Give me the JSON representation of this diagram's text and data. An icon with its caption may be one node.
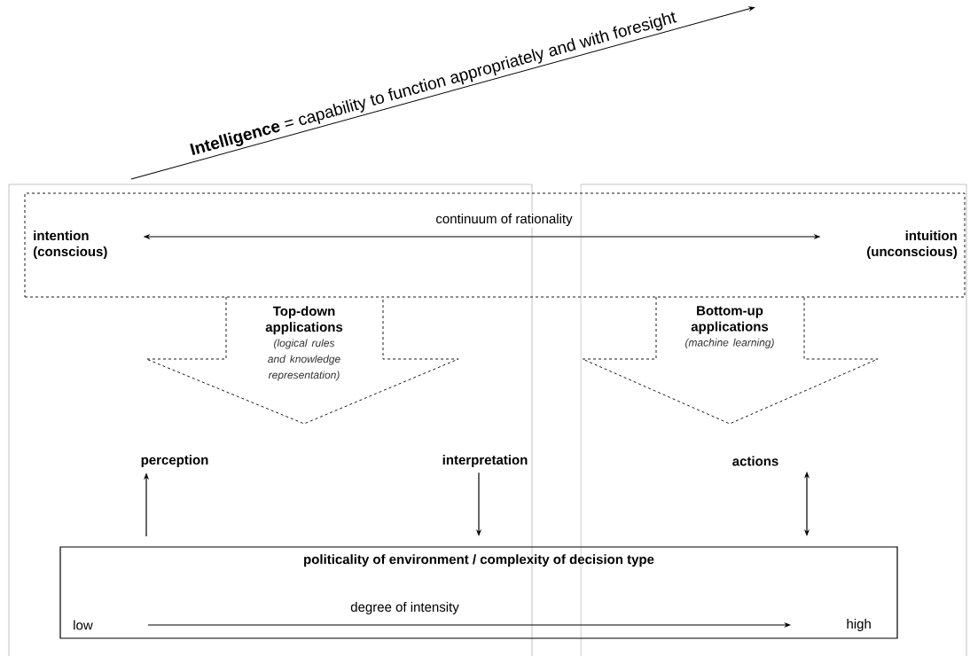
{
  "diagram": {
    "nodes": [
      {
        "text": [],
        "shape": "box"
      },
      {
        "text": [
          "intention (conscious)"
        ],
        "in": 0
      },
      {
        "text": [
          "intuition (unconscious)"
        ],
        "in": 0
      },
      {
        "text": [
          "Top-down applications",
          "(logical rules and knowledge representation)"
        ]
      },
      {
        "text": [
          "Bottom-up applications",
          "(machine learning)"
        ]
      },
      {
        "text": [
          "perception"
        ]
      },
      {
        "text": [
          "interpretation"
        ]
      },
      {
        "text": [
          "actions"
        ]
      },
      {
        "text": [
          "politicality of environment / complexity of decision type"
        ]
      },
      {
        "text": [
          "low"
        ],
        "in": 8
      },
      {
        "text": [
          "high"
        ],
        "in": 8
      }
    ],
    "edges": [
      {
        "from": 1,
        "to": 2,
        "arrow": "both",
        "label": "continuum of rationality"
      },
      {
        "from": 8,
        "to": 5,
        "arrow": "to"
      },
      {
        "from": 6,
        "to": 8,
        "arrow": "to"
      },
      {
        "from": 7,
        "to": 8,
        "arrow": "both"
      },
      {
        "from": 9,
        "to": 10,
        "arrow": "to",
        "label": "degree of intensity"
      }
    ],
    "labels": [
      "**Intelligence** = capability to function appropriately and with foresight"
    ]
  }
}
